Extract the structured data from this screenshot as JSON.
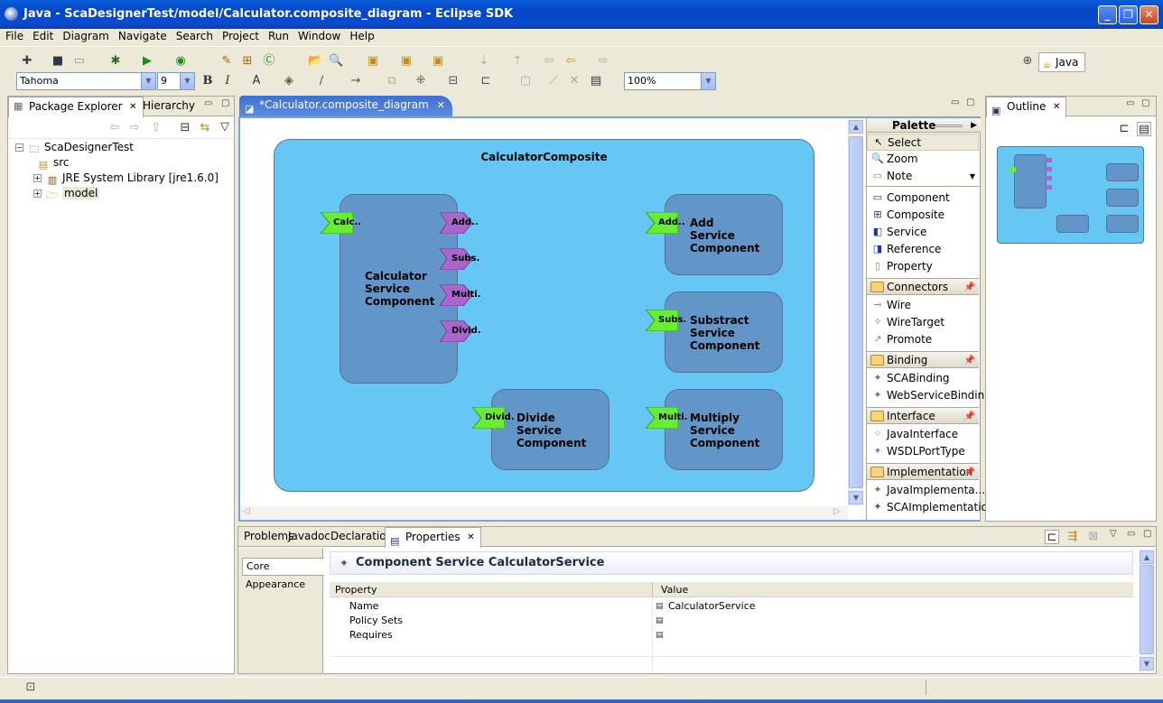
{
  "window": {
    "title": "Java - ScaDesignerTest/model/Calculator.composite_diagram - Eclipse SDK"
  },
  "menu": [
    "File",
    "Edit",
    "Diagram",
    "Navigate",
    "Search",
    "Project",
    "Run",
    "Window",
    "Help"
  ],
  "toolbar": {
    "font_name": "Tahoma",
    "font_size": "9",
    "zoom": "100%",
    "bold": "B",
    "italic": "I",
    "perspective": "Java"
  },
  "package_explorer": {
    "tabs": [
      "Package Explorer",
      "Hierarchy"
    ],
    "tree": [
      {
        "label": "ScaDesignerTest",
        "icon": "project-icon"
      },
      {
        "label": "src",
        "icon": "source-folder-icon"
      },
      {
        "label": "JRE System Library [jre1.6.0]",
        "icon": "library-icon"
      },
      {
        "label": "model",
        "icon": "folder-icon"
      }
    ]
  },
  "editor": {
    "tab": "*Calculator.composite_diagram",
    "composite_name": "CalculatorComposite",
    "components": [
      {
        "name_lines": [
          "Calculator",
          "Service",
          "Component"
        ],
        "services": [
          "Calc.."
        ],
        "references": [
          "Add..",
          "Subs.",
          "Multi.",
          "Divid."
        ]
      },
      {
        "name_lines": [
          "Add",
          "Service",
          "Component"
        ],
        "services": [
          "Add.."
        ]
      },
      {
        "name_lines": [
          "Substract",
          "Service",
          "Component"
        ],
        "services": [
          "Subs."
        ]
      },
      {
        "name_lines": [
          "Divide",
          "Service",
          "Component"
        ],
        "services": [
          "Divid."
        ]
      },
      {
        "name_lines": [
          "Multiply",
          "Service",
          "Component"
        ],
        "services": [
          "Multi."
        ]
      }
    ]
  },
  "palette": {
    "title": "Palette",
    "tools": [
      "Select",
      "Zoom",
      "Note"
    ],
    "items": [
      "Component",
      "Composite",
      "Service",
      "Reference",
      "Property"
    ],
    "drawers": [
      {
        "label": "Connectors",
        "items": [
          "Wire",
          "WireTarget",
          "Promote"
        ]
      },
      {
        "label": "Binding",
        "items": [
          "SCABinding",
          "WebServiceBinding"
        ]
      },
      {
        "label": "Interface",
        "items": [
          "JavaInterface",
          "WSDLPortType"
        ]
      },
      {
        "label": "Implementation",
        "items": [
          "JavaImplementa...",
          "SCAImplementation"
        ]
      }
    ]
  },
  "outline": {
    "tab": "Outline"
  },
  "bottom": {
    "tabs": [
      "Problems",
      "Javadoc",
      "Declaration",
      "Properties"
    ],
    "side_tabs": [
      "Core",
      "Appearance"
    ],
    "section_title": "Component Service CalculatorService",
    "columns": [
      "Property",
      "Value"
    ],
    "rows": [
      {
        "property": "Name",
        "value": "CalculatorService"
      },
      {
        "property": "Policy Sets",
        "value": ""
      },
      {
        "property": "Requires",
        "value": ""
      }
    ]
  },
  "colors": {
    "composite_fill": "#66c6f4",
    "component_fill": "#6396c8",
    "service_port": "#66ee33",
    "reference_port": "#aa66cc",
    "title_bar": "#0a4bd1"
  }
}
